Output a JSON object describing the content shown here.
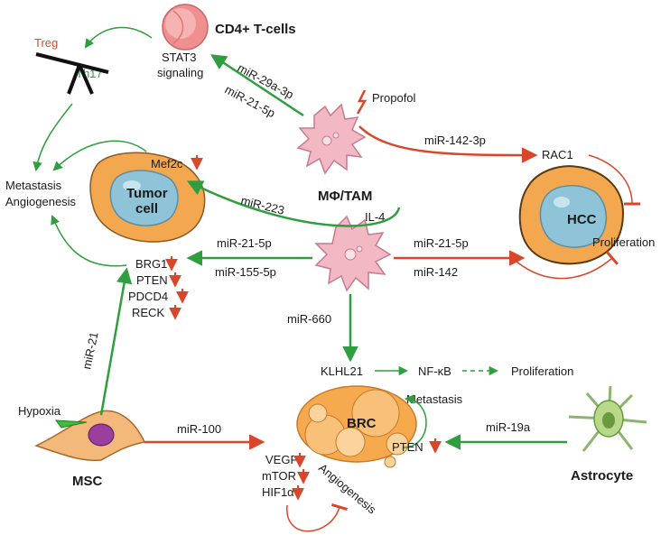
{
  "colors": {
    "activate": "#2e9e3e",
    "inhibit": "#d9472b",
    "treg": "#e0482a",
    "th17": "#2e9e3e",
    "tumor_cell_fill": "#f3a74f",
    "nucleus_fill": "#8fc4d8",
    "tam_fill": "#f2b8c4",
    "brc_fill": "#f7a94d",
    "astrocyte_fill": "#b8d88a",
    "tcell_fill": "#f08f8f"
  },
  "cells": {
    "tcell": "CD4+ T-cells",
    "macrophage": "MΦ/TAM",
    "tumor_line1": "Tumor",
    "tumor_line2": "cell",
    "hcc": "HCC",
    "brc": "BRC",
    "msc": "MSC",
    "astrocyte": "Astrocyte"
  },
  "labels": {
    "treg": "Treg",
    "th17": "Th17",
    "stat3_line1": "STAT3",
    "stat3_line2": "signaling",
    "metastasis_line1": "Metastasis",
    "metastasis_line2": "Angiogenesis",
    "mef2c": "Mef2c",
    "propofol": "Propofol",
    "rac1": "RAC1",
    "proliferation_hcc": "Proliferation",
    "il4": "IL-4",
    "brg1": "BRG1",
    "pten": "PTEN",
    "pdcd4": "PDCD4",
    "reck": "RECK",
    "hypoxia": "Hypoxia",
    "klhl21": "KLHL21",
    "nfkb": "NF-κB",
    "proliferation_brc": "Proliferation",
    "metastasis_brc": "Metastasis",
    "pten_brc": "PTEN",
    "vegf": "VEGF",
    "mtor": "mTOR",
    "hif1a": "HIF1α",
    "angiogenesis": "Angiogenesis"
  },
  "mirnas": {
    "mir29a": "miR-29a-3p",
    "mir21_tcell": "miR-21-5p",
    "mir142_3p": "miR-142-3p",
    "mir223": "miR-223",
    "mir21_left": "miR-21-5p",
    "mir155": "miR-155-5p",
    "mir21_right": "miR-21-5p",
    "mir142": "miR-142",
    "mir660": "miR-660",
    "mir21_msc": "miR-21",
    "mir100": "miR-100",
    "mir19a": "miR-19a"
  }
}
